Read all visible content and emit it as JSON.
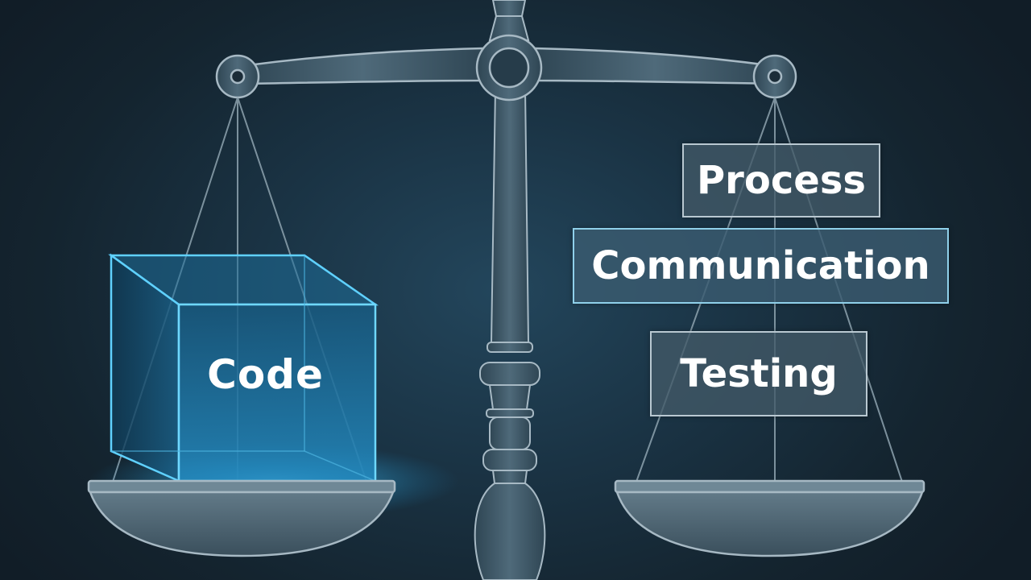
{
  "left_pan": {
    "code_label": "Code"
  },
  "right_pan": {
    "labels": [
      "Process",
      "Communication",
      "Testing"
    ]
  },
  "colors": {
    "background": "#14222e",
    "scale_stroke": "#a7b9c4",
    "glow_accent": "#38b8f0",
    "cube_fill": "#1c6a96"
  }
}
